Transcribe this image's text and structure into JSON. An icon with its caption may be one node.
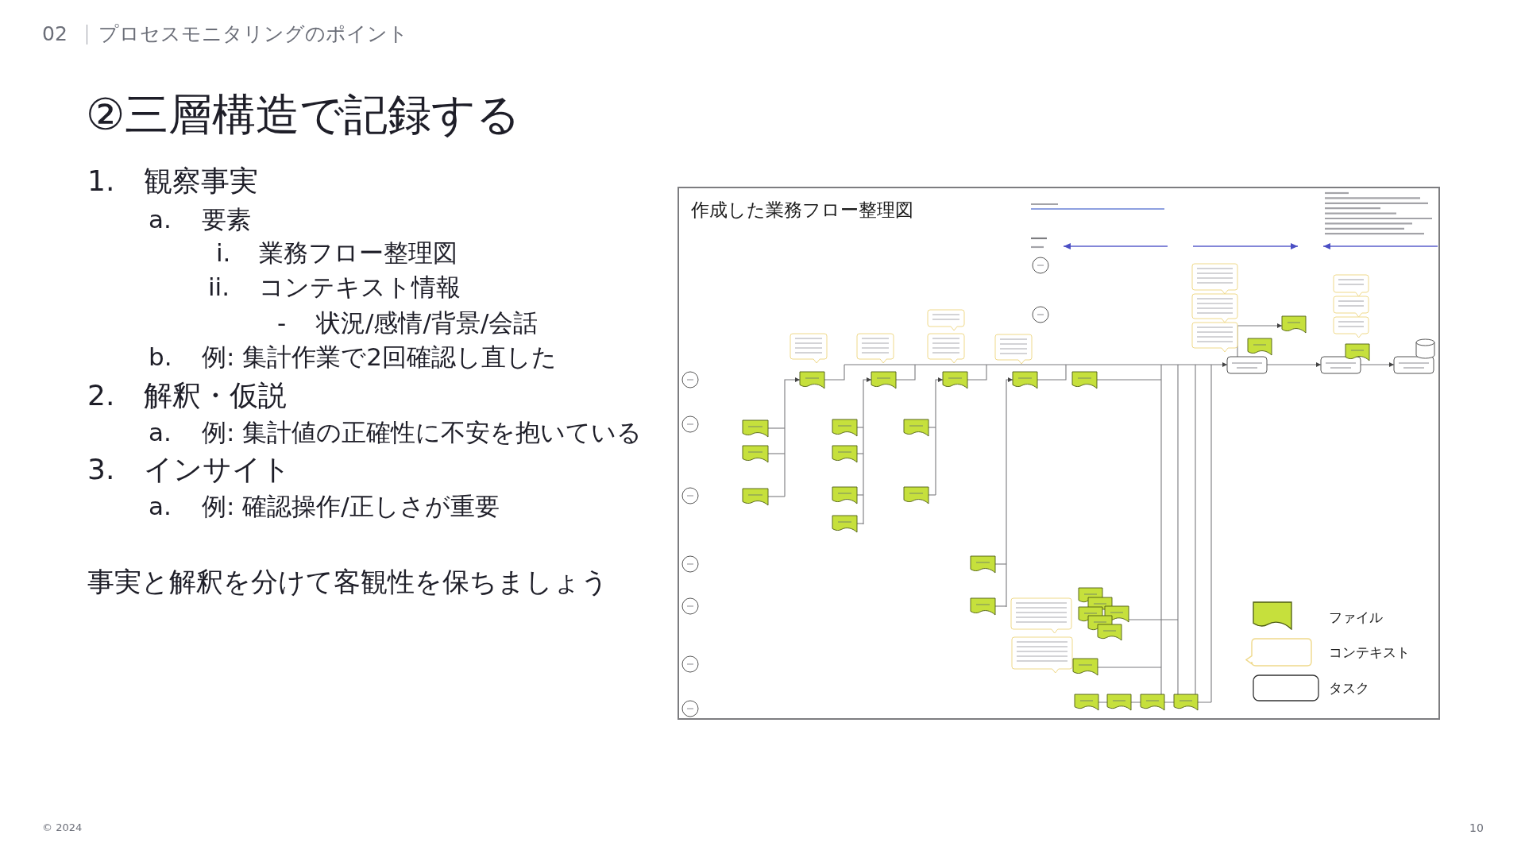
{
  "diagram": {
    "title": "②三層構造で記録する",
    "nodes": [
      {
        "text": [
          "作成した業務フロー整理図"
        ]
      }
    ],
    "labels": [
      "02",
      "プロセスモニタリングのポイント",
      "1.",
      "観察事実",
      "a.",
      "要素",
      "i.",
      "業務フロー整理図",
      "ii.",
      "コンテキスト情報",
      "-",
      "状況/感情/背景/会話",
      "b.",
      "例: 集計作業で2回確認し直した",
      "2.",
      "解釈・仮説",
      "a.",
      "例: 集計値の正確性に不安を抱いている",
      "3.",
      "インサイト",
      "a.",
      "例: 確認操作/正しさが重要",
      "事実と解釈を分けて客観性を保ちましょう",
      "© 2024",
      "10"
    ],
    "legend": [
      {
        "text": "ファイル"
      },
      {
        "text": "コンテキスト"
      },
      {
        "text": "タスク"
      }
    ]
  }
}
